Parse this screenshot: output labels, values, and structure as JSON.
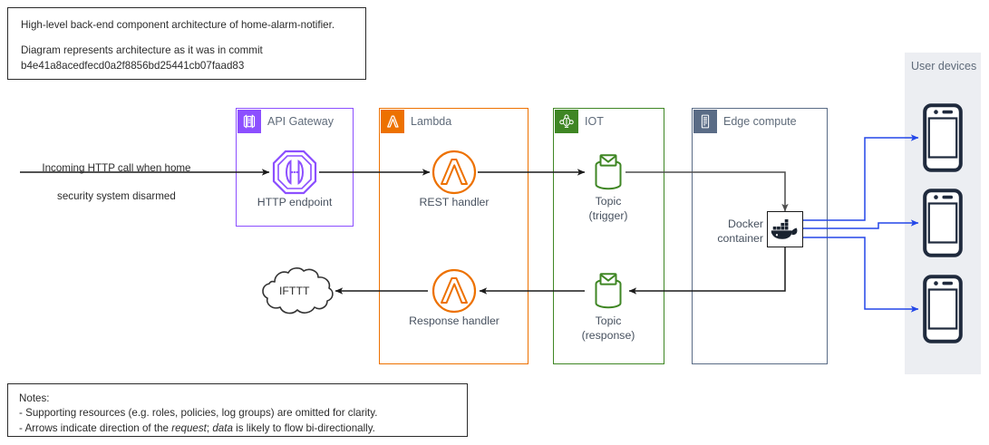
{
  "notes_top": {
    "name": "description-note",
    "line1": "High-level back-end component architecture of home-alarm-notifier.",
    "line2": "Diagram represents architecture as it was in commit",
    "line3": "b4e41a8acedfecd0a2f8856bd25441cb07faad83"
  },
  "notes_bottom": {
    "title": "Notes:",
    "bullet1": "- Supporting resources (e.g. roles, policies, log groups) are omitted for clarity.",
    "bullet2_a": "- Arrows indicate direction of the ",
    "bullet2_em1": "request",
    "bullet2_b": "; ",
    "bullet2_em2": "data",
    "bullet2_c": " is likely to flow bi-directionally."
  },
  "flow_label": {
    "line1": "Incoming HTTP call when home",
    "line2": "security system disarmed"
  },
  "groups": [
    {
      "id": "api-gateway",
      "label": "API Gateway",
      "color": "#8C4FFF",
      "badge_icon": "api-gateway-icon"
    },
    {
      "id": "lambda",
      "label": "Lambda",
      "color": "#ED7100",
      "badge_icon": "lambda-icon"
    },
    {
      "id": "iot",
      "label": "IOT",
      "color": "#3F8624",
      "badge_icon": "iot-icon"
    },
    {
      "id": "edge",
      "label": "Edge compute",
      "color": "#5A6C86",
      "badge_icon": "server-rack-icon"
    }
  ],
  "nodes": {
    "http_endpoint": {
      "label": "HTTP endpoint",
      "icon": "http-endpoint-icon",
      "color": "#8C4FFF"
    },
    "rest_handler": {
      "label": "REST handler",
      "icon": "lambda-function-icon",
      "color": "#ED7100"
    },
    "topic_trigger": {
      "label": "Topic\n(trigger)",
      "icon": "iot-topic-icon",
      "color": "#3F8624"
    },
    "docker": {
      "label": "Docker\ncontainer",
      "icon": "docker-whale-icon",
      "color": "#1a1a1a"
    },
    "topic_response": {
      "label": "Topic\n(response)",
      "icon": "iot-topic-icon",
      "color": "#3F8624"
    },
    "response_handler": {
      "label": "Response handler",
      "icon": "lambda-function-icon",
      "color": "#ED7100"
    },
    "ifttt": {
      "label": "IFTTT",
      "icon": "cloud-shape",
      "color": "#333333"
    }
  },
  "user_devices": {
    "title": "User devices",
    "panel_color": "#eceef2",
    "device_color": "#1F2A3D",
    "arrow_color": "#2347E8",
    "devices": [
      {
        "label": "phone-icon-1"
      },
      {
        "label": "phone-icon-2"
      },
      {
        "label": "phone-icon-3"
      }
    ]
  },
  "colors": {
    "edge_black": "#1a1a1a",
    "edge_grey": "#4d4d4d",
    "blue": "#2347E8",
    "text": "#46505e"
  }
}
